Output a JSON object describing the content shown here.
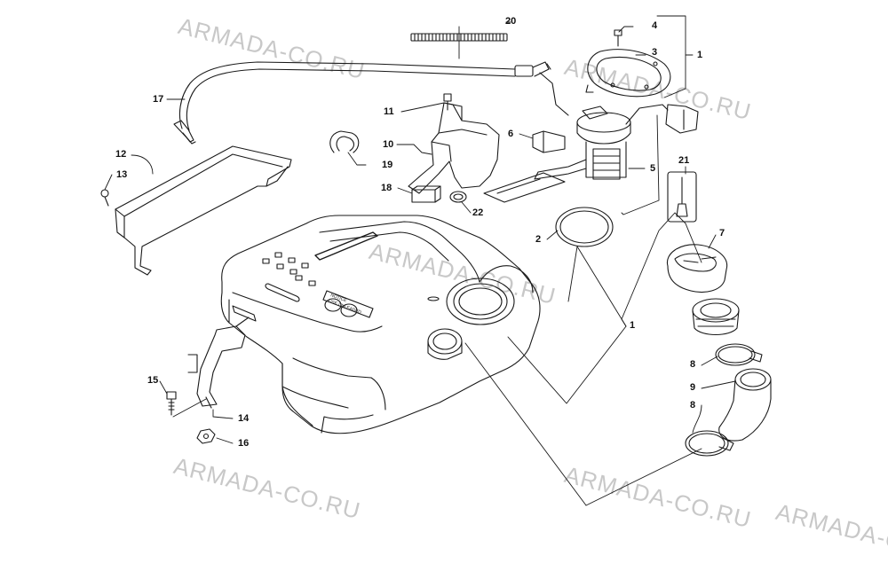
{
  "watermarks": [
    {
      "text": "ARMADA-CO.RU"
    },
    {
      "text": "ARMADA-CO.RU"
    },
    {
      "text": "ARMADA-CO.RU"
    },
    {
      "text": "ARMADA-CO.RU"
    },
    {
      "text": "ARMADA-CO.RU"
    },
    {
      "text": "ARMADA-CO.RU"
    }
  ],
  "tank_decal": {
    "line1": "NOTICE",
    "line2": "USE UNLEADED"
  },
  "callouts": {
    "c20": "20",
    "c4": "4",
    "c3": "3",
    "c1a": "1",
    "c17": "17",
    "c11": "11",
    "c6": "6",
    "c10": "10",
    "c19": "19",
    "c12": "12",
    "c13": "13",
    "c5": "5",
    "c21": "21",
    "c18": "18",
    "c22": "22",
    "c2": "2",
    "c7": "7",
    "c1b": "1",
    "c8a": "8",
    "c9": "9",
    "c8b": "8",
    "c15": "15",
    "c14": "14",
    "c16": "16"
  },
  "colors": {
    "line": "#1a1a1a",
    "watermark": "#c8c8c8",
    "background": "#ffffff"
  }
}
